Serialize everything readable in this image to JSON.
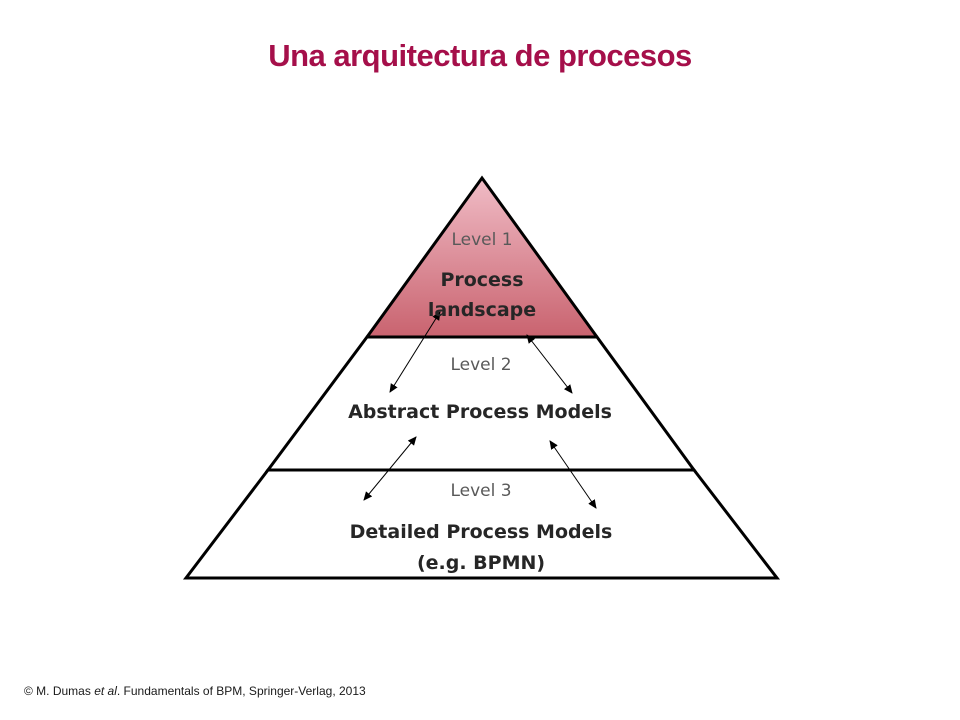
{
  "title": "Una arquitectura de procesos",
  "colors": {
    "title": "#a50f4a",
    "level1_fill_top": "#f0bcc6",
    "level1_fill_bottom": "#c9636f",
    "outline": "#000000"
  },
  "levels": [
    {
      "tag": "Level 1",
      "lines": [
        "Process",
        "landscape"
      ]
    },
    {
      "tag": "Level 2",
      "lines": [
        "Abstract Process Models"
      ]
    },
    {
      "tag": "Level 3",
      "lines": [
        "Detailed Process Models",
        "(e.g. BPMN)"
      ]
    }
  ],
  "footer": {
    "prefix": "© M. Dumas ",
    "etal": "et al",
    "suffix": ". Fundamentals of BPM, Springer-Verlag,  2013"
  }
}
